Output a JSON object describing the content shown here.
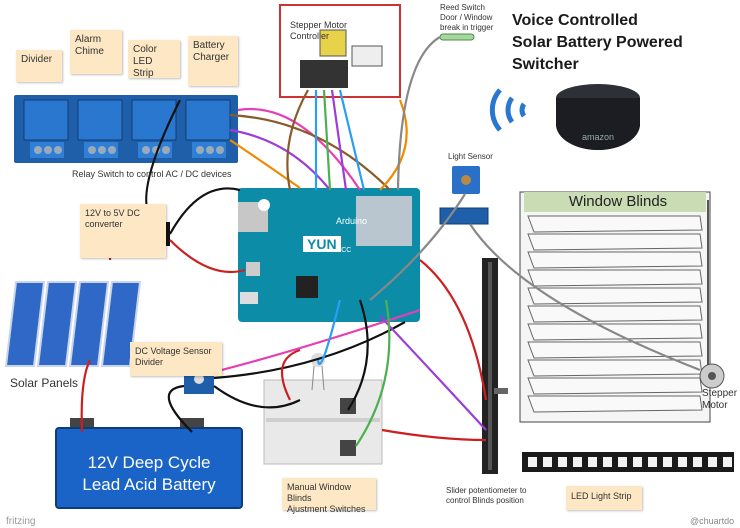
{
  "title": {
    "line1": "Voice Controlled",
    "line2": "Solar Battery Powered Switcher"
  },
  "relay_notes": [
    "Divider",
    "Alarm\nChime",
    "Color LED\nStrip",
    "Battery\nCharger"
  ],
  "relay_caption": "Relay Switch to control AC / DC devices",
  "stepper_controller_note": "Stepper Motor\nController",
  "reed_switch_label": "Reed Switch\nDoor / Window\nbreak in trigger",
  "light_sensor_label": "Light Sensor",
  "converter_note": "12V to 5V DC\nconverter",
  "arduino": {
    "brand": "Arduino",
    "model": "YUN",
    "site": "ARDUINO.CC"
  },
  "window_blinds_label": "Window Blinds",
  "solar_panels_label": "Solar Panels",
  "voltage_sensor_note": "DC Voltage Sensor\nDivider",
  "battery_label": "12V Deep Cycle\nLead  Acid Battery",
  "switches_note": "Manual Window Blinds\nAjustment Switches",
  "slider_label": "Slider potentiometer to\ncontrol Blinds position",
  "led_strip_note": "LED Light Strip",
  "stepper_motor_label": "Stepper\nMotor",
  "echo_brand": "amazon",
  "fritzing_label": "fritzing",
  "credit": "@chuartdo"
}
